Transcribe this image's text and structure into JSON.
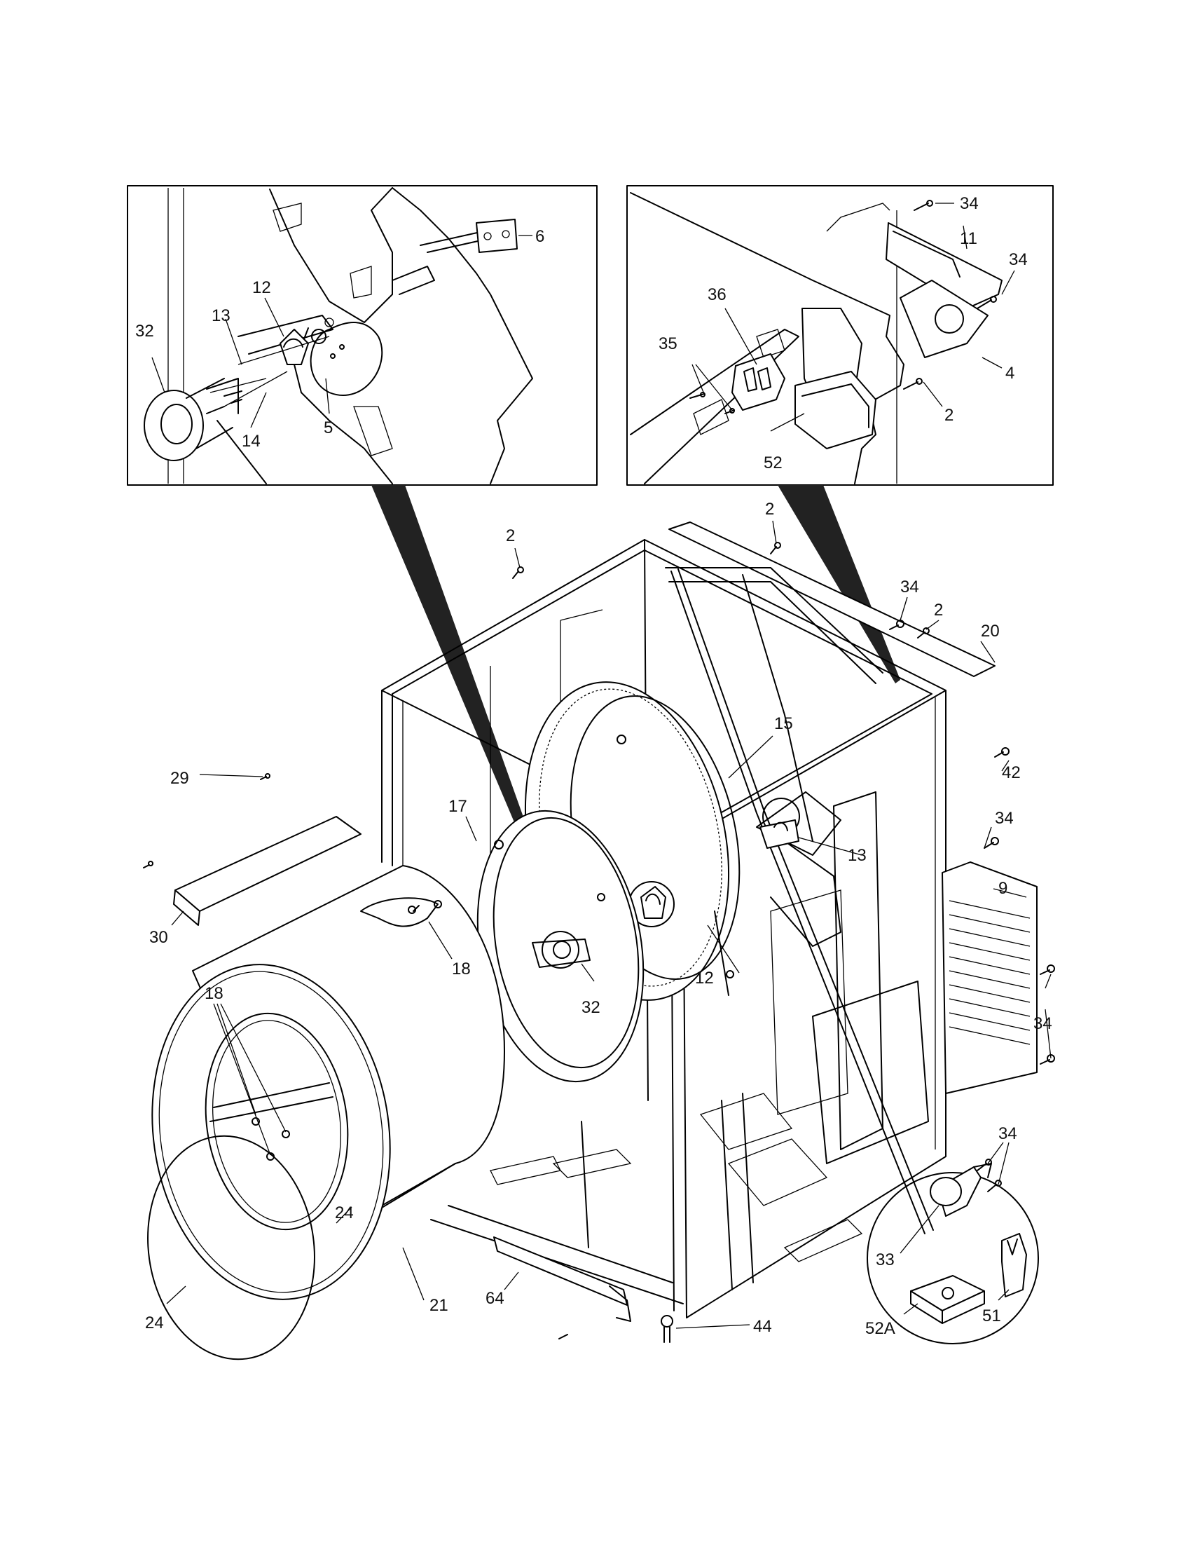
{
  "callouts": {
    "inset_left": {
      "c6": "6",
      "c12": "12",
      "c13": "13",
      "c32": "32",
      "c14": "14",
      "c5": "5"
    },
    "inset_right": {
      "c34a": "34",
      "c11": "11",
      "c34b": "34",
      "c36": "36",
      "c35": "35",
      "c4": "4",
      "c2": "2",
      "c52": "52"
    },
    "main": {
      "c2a": "2",
      "c2b": "2",
      "c34a": "34",
      "c2c": "2",
      "c20": "20",
      "c15": "15",
      "c42": "42",
      "c29": "29",
      "c17": "17",
      "c34b": "34",
      "c13": "13",
      "c9": "9",
      "c30": "30",
      "c18a": "18",
      "c12": "12",
      "c34c": "34",
      "c32": "32",
      "c18b": "18",
      "c34d": "34",
      "c24a": "24",
      "c33": "33",
      "c21": "21",
      "c64": "64",
      "c44": "44",
      "c24b": "24",
      "c52a": "52A",
      "c51": "51"
    }
  }
}
